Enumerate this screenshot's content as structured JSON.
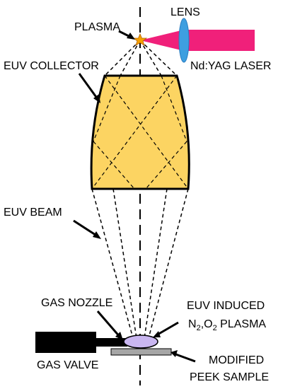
{
  "labels": {
    "lens": "LENS",
    "plasma": "PLASMA",
    "laser": "Nd:YAG LASER",
    "collector": "EUV COLLECTOR",
    "beam": "EUV BEAM",
    "gas_nozzle": "GAS NOZZLE",
    "gas_valve": "GAS VALVE",
    "induced_line1": "EUV INDUCED",
    "induced_n": "N",
    "induced_sub2a": "2",
    "induced_comma": ",O",
    "induced_sub2b": "2",
    "induced_plasma": " PLASMA",
    "modified": "MODIFIED",
    "peek": "PEEK SAMPLE"
  },
  "colors": {
    "collector_fill": "#FCD462",
    "laser_beam": "#F0207A",
    "lens": "#3E9FE0",
    "plasma_star": "#F5A000",
    "induced_plasma": "#C9B6F0",
    "sample": "#A6A6A6",
    "valve": "#000000"
  }
}
